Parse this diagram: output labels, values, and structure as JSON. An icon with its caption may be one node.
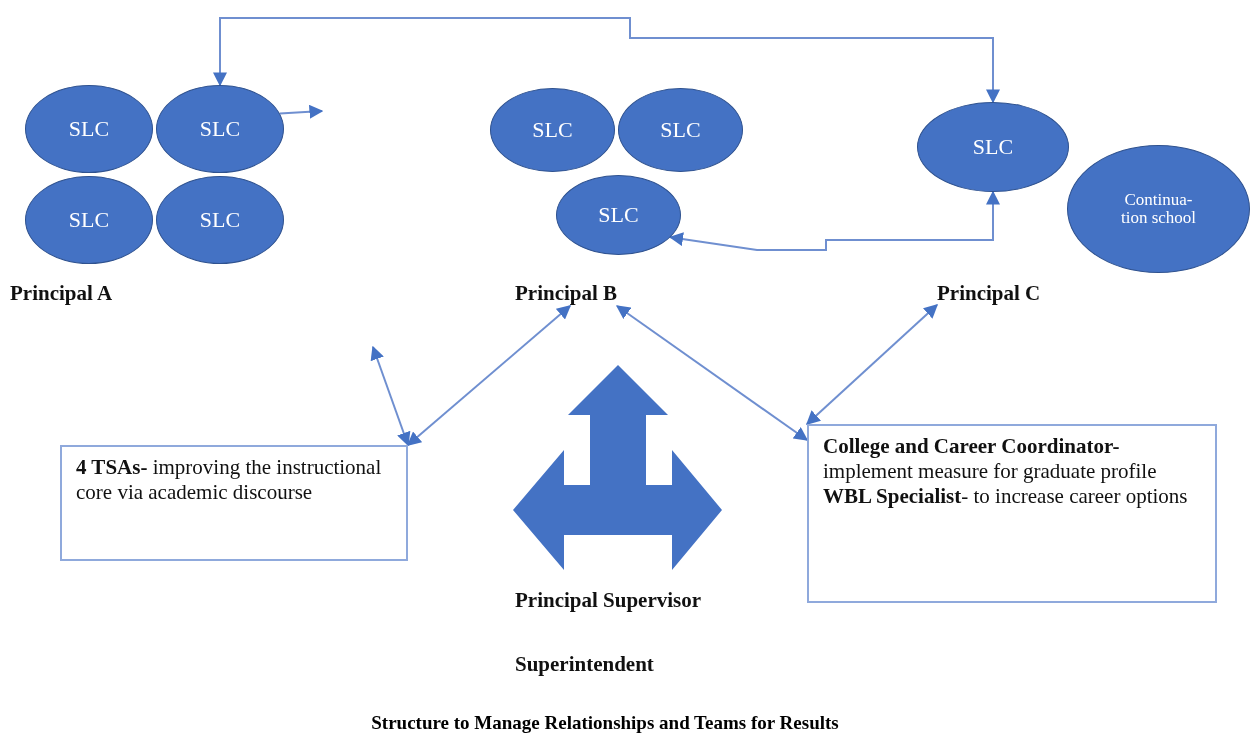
{
  "diagram": {
    "caption": "Structure to Manage Relationships and Teams for Results",
    "nodes": [
      {
        "text": [
          "SLC"
        ]
      },
      {
        "text": [
          "SLC"
        ]
      },
      {
        "text": [
          "SLC"
        ]
      },
      {
        "text": [
          "SLC"
        ]
      },
      {
        "text": [
          "SLC"
        ]
      },
      {
        "text": [
          "SLC"
        ]
      },
      {
        "text": [
          "SLC"
        ]
      },
      {
        "text": [
          "SLC"
        ]
      },
      {
        "text": [
          "Continua-tion school"
        ]
      },
      {
        "text": [
          "Principal A"
        ]
      },
      {
        "text": [
          "Principal B"
        ]
      },
      {
        "text": [
          "Principal C"
        ]
      },
      {
        "text": [
          "**4 TSAs-** improving the instructional core via academic discourse"
        ]
      },
      {
        "text": [
          "**College and Career Coordinator-**implement measure for graduate profile",
          "**WBL Specialist**- to increase career options"
        ]
      }
    ],
    "edges": [
      {
        "from": 1,
        "to": 7,
        "arrow": "both"
      },
      {
        "from": 1,
        "to": null,
        "arrow": "to"
      },
      {
        "from": 6,
        "to": 7,
        "arrow": "both"
      },
      {
        "from": null,
        "to": 12,
        "arrow": "both"
      },
      {
        "from": 10,
        "to": 12,
        "arrow": "both"
      },
      {
        "from": 10,
        "to": 13,
        "arrow": "both"
      },
      {
        "from": 11,
        "to": 13,
        "arrow": "both"
      }
    ],
    "labels": [
      "Principal Supervisor",
      "Superintendent"
    ]
  }
}
